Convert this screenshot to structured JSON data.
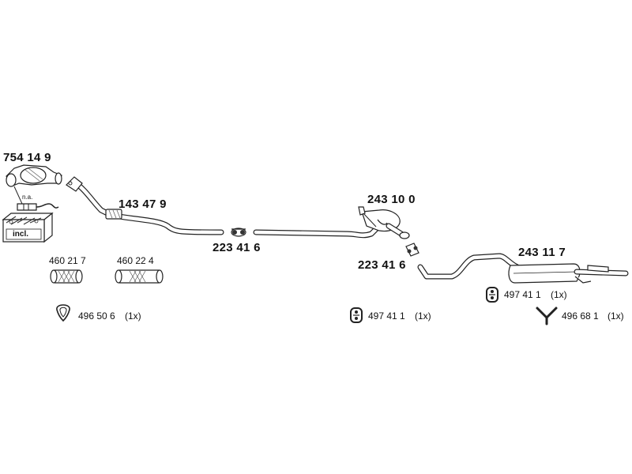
{
  "parts": {
    "catalytic_converter": "754 14 9",
    "front_pipe": "143 47 9",
    "clamp_front": "223 41 6",
    "front_silencer": "243 10 0",
    "clamp_rear": "223 41 6",
    "rear_silencer": "243 11 7",
    "flex_pipe_1": "460 21 7",
    "flex_pipe_2": "460 22 4"
  },
  "notes": {
    "not_available": "n.a.",
    "included": "incl."
  },
  "mounting": [
    {
      "icon": "gasket-ring-icon",
      "number": "496 50 6",
      "qty": "(1x)"
    },
    {
      "icon": "rubber-hanger-icon",
      "number": "497 41 1",
      "qty": "(1x)"
    },
    {
      "icon": "rubber-hanger-icon",
      "number": "497 41 1",
      "qty": "(1x)"
    },
    {
      "icon": "y-bracket-icon",
      "number": "496 68 1",
      "qty": "(1x)"
    }
  ]
}
